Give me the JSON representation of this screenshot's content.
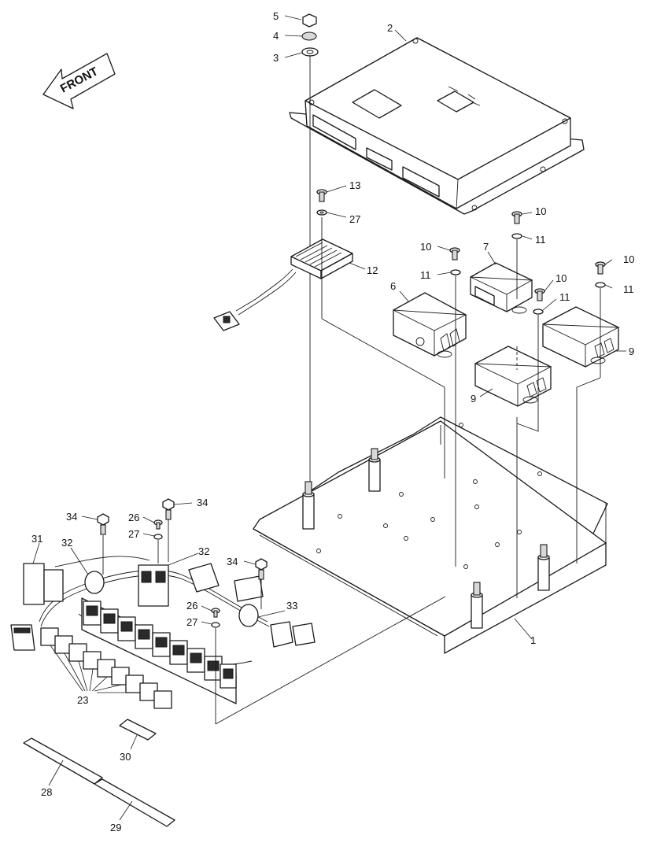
{
  "diagram": {
    "front_label": "FRONT",
    "callouts": {
      "c1": "1",
      "c2": "2",
      "c3": "3",
      "c4": "4",
      "c5": "5",
      "c6": "6",
      "c7": "7",
      "c9a": "9",
      "c9b": "9",
      "c10a": "10",
      "c10b": "10",
      "c10c": "10",
      "c10d": "10",
      "c11a": "11",
      "c11b": "11",
      "c11c": "11",
      "c11d": "11",
      "c12": "12",
      "c13": "13",
      "c23": "23",
      "c26a": "26",
      "c26b": "26",
      "c27a": "27",
      "c27b": "27",
      "c27c": "27",
      "c28": "28",
      "c29": "29",
      "c30": "30",
      "c31": "31",
      "c32a": "32",
      "c32b": "32",
      "c33": "33",
      "c34a": "34",
      "c34b": "34",
      "c34c": "34"
    }
  }
}
